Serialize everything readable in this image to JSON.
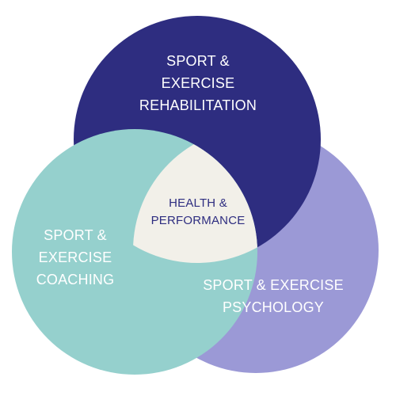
{
  "circles": [
    {
      "id": "rehabilitation",
      "color": "#2e2d80",
      "lines": [
        "SPORT &",
        "EXERCISE",
        "REHABILITATION"
      ]
    },
    {
      "id": "coaching",
      "color": "#95d0cd",
      "lines": [
        "SPORT &",
        "EXERCISE",
        "COACHING"
      ]
    },
    {
      "id": "psychology",
      "color": "#9b99d6",
      "lines": [
        "SPORT & EXERCISE",
        "PSYCHOLOGY"
      ]
    }
  ],
  "center": {
    "color": "#f2f0e9",
    "text_color": "#2e2d80",
    "lines": [
      "HEALTH &",
      "PERFORMANCE"
    ]
  }
}
